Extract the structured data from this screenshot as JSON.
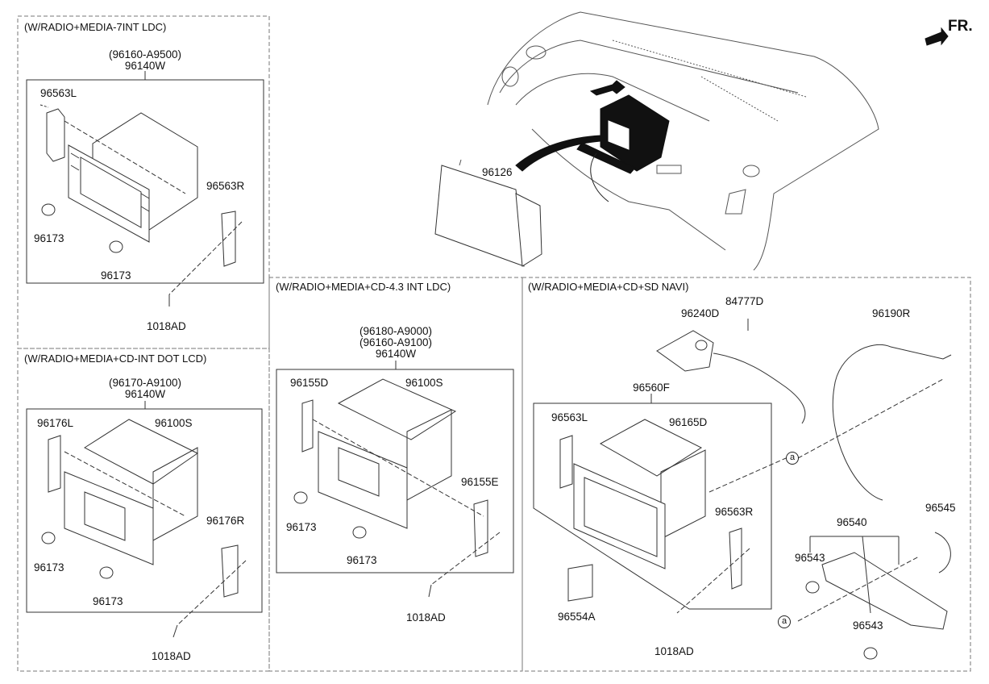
{
  "sections": {
    "s1": {
      "title": "(W/RADIO+MEDIA-7INT LDC)",
      "code": "(96160-A9500)",
      "assy": "96140W",
      "p_bracket_l": "96563L",
      "p_bracket_r": "96563R",
      "p_knob_a": "96173",
      "p_knob_b": "96173",
      "p_screw": "1018AD"
    },
    "s2": {
      "title": "(W/RADIO+MEDIA+CD-INT DOT LCD)",
      "code": "(96170-A9100)",
      "assy": "96140W",
      "p_bracket_l": "96176L",
      "p_bracket_r": "96176R",
      "p_cover": "96100S",
      "p_knob_a": "96173",
      "p_knob_b": "96173",
      "p_screw": "1018AD"
    },
    "s3": {
      "title": "(W/RADIO+MEDIA+CD-4.3 INT LDC)",
      "code1": "(96180-A9000)",
      "code2": "(96160-A9100)",
      "assy": "96140W",
      "p_bracket_l": "96155D",
      "p_bracket_r": "96155E",
      "p_cover": "96100S",
      "p_knob_a": "96173",
      "p_knob_b": "96173",
      "p_screw": "1018AD"
    },
    "s4": {
      "title": "(W/RADIO+MEDIA+CD+SD NAVI)",
      "assy": "96560F",
      "p_bracket_l": "96563L",
      "p_bracket_r": "96563R",
      "p_unit": "96165D",
      "p_sd": "96554A",
      "p_screw": "1018AD",
      "p_antenna": "96240D",
      "p_bolt": "84777D",
      "p_cable": "96190R",
      "p_switch": "96540",
      "p_knob_a": "96543",
      "p_knob_b": "96543",
      "p_conn": "96545",
      "callout": "a"
    }
  },
  "top": {
    "p_bezel": "96126",
    "fr": "FR."
  }
}
